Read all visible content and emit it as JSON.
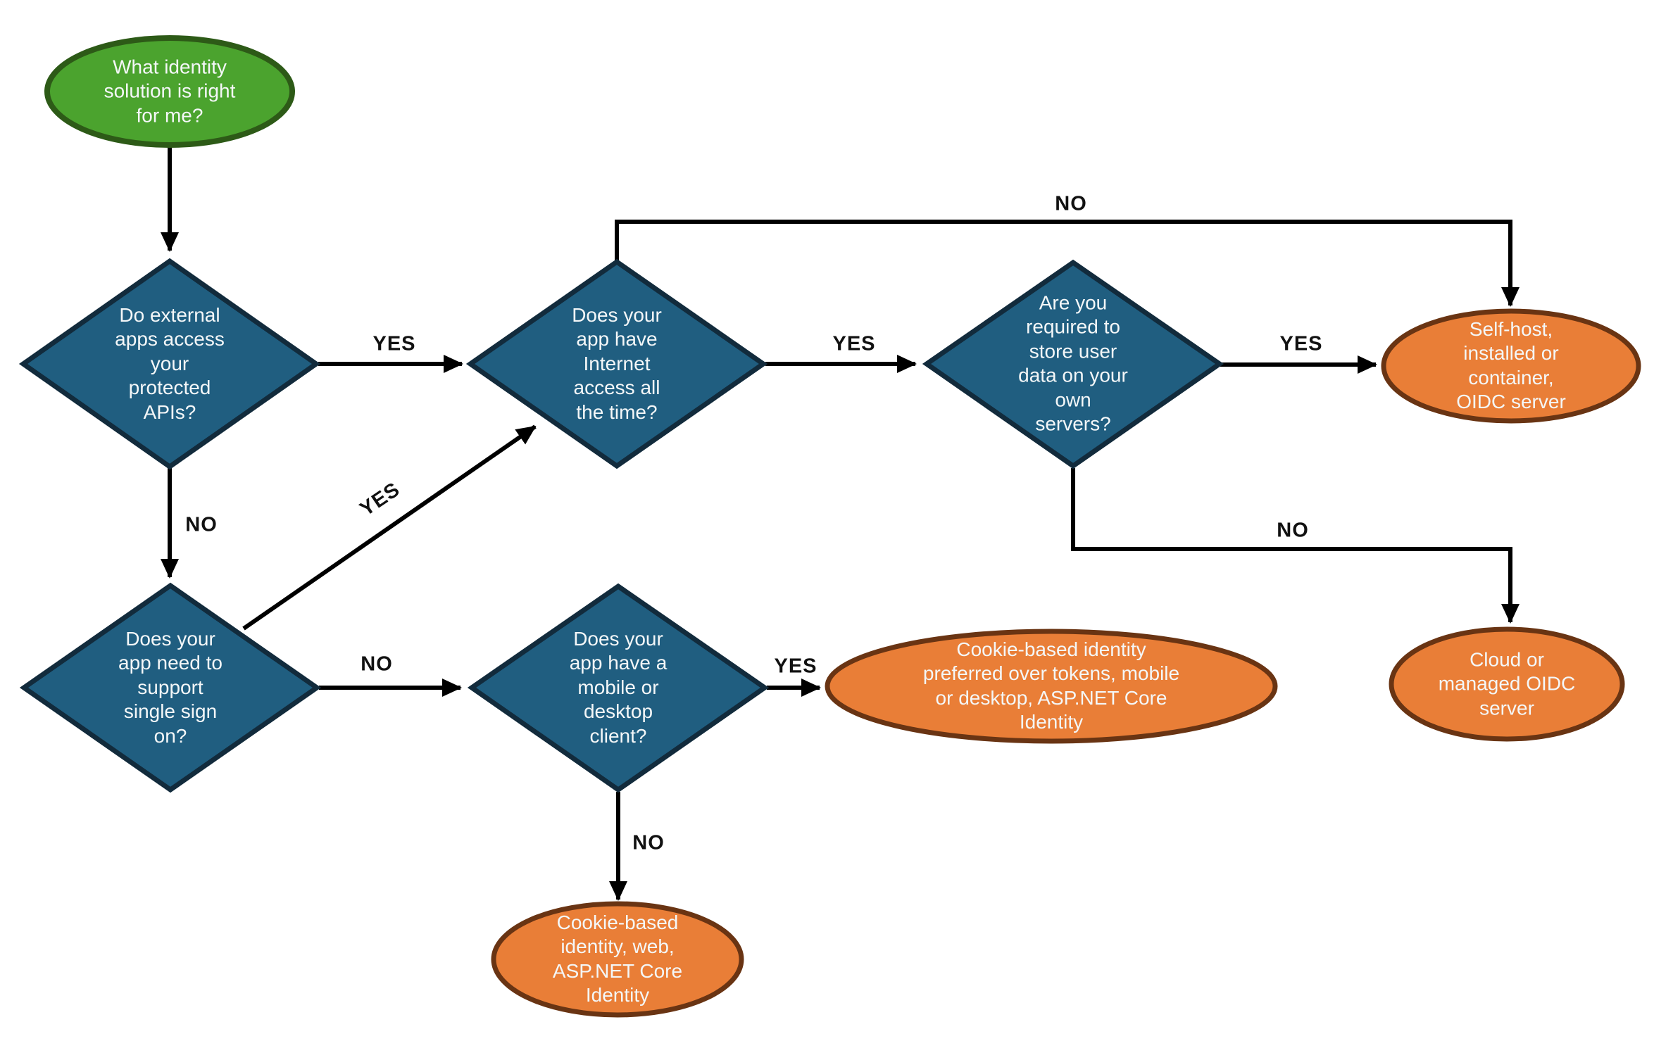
{
  "diagram": {
    "type": "flowchart",
    "colors": {
      "background": "#ffffff",
      "start_fill": "#4ba32e",
      "start_stroke": "#2d5a17",
      "decision_fill": "#205e80",
      "decision_stroke": "#122b3c",
      "result_fill": "#e97e37",
      "result_stroke": "#693413",
      "edge_color": "#000000",
      "edge_label_color": "#111111",
      "node_text_color": "#f4f7f8"
    },
    "nodes": {
      "start": {
        "type": "start",
        "label": "What identity\nsolution is right\nfor me?"
      },
      "q_external_apis": {
        "type": "decision",
        "label": "Do external\napps access\nyour\nprotected\nAPIs?"
      },
      "q_internet": {
        "type": "decision",
        "label": "Does your\napp have\nInternet\naccess all\nthe time?"
      },
      "q_store_data": {
        "type": "decision",
        "label": "Are you\nrequired to\nstore user\ndata on your\nown\nservers?"
      },
      "q_sso": {
        "type": "decision",
        "label": "Does your\napp need to\nsupport\nsingle sign\non?"
      },
      "q_mobile_desktop": {
        "type": "decision",
        "label": "Does your\napp have a\nmobile or\ndesktop\nclient?"
      },
      "r_selfhost": {
        "type": "result",
        "label": "Self-host,\ninstalled or\ncontainer,\nOIDC server"
      },
      "r_cloud": {
        "type": "result",
        "label": "Cloud or\nmanaged OIDC\nserver"
      },
      "r_cookie_mobile": {
        "type": "result",
        "label": "Cookie-based identity\npreferred over tokens, mobile\nor desktop, ASP.NET Core\nIdentity"
      },
      "r_cookie_web": {
        "type": "result",
        "label": "Cookie-based\nidentity, web,\nASP.NET Core\nIdentity"
      }
    },
    "edges": [
      {
        "from": "start",
        "to": "q_external_apis",
        "label": ""
      },
      {
        "from": "q_external_apis",
        "to": "q_internet",
        "label": "YES"
      },
      {
        "from": "q_external_apis",
        "to": "q_sso",
        "label": "NO"
      },
      {
        "from": "q_internet",
        "to": "q_store_data",
        "label": "YES"
      },
      {
        "from": "q_internet",
        "to": "r_selfhost",
        "label": "NO"
      },
      {
        "from": "q_store_data",
        "to": "r_selfhost",
        "label": "YES"
      },
      {
        "from": "q_store_data",
        "to": "r_cloud",
        "label": "NO"
      },
      {
        "from": "q_sso",
        "to": "q_internet",
        "label": "YES"
      },
      {
        "from": "q_sso",
        "to": "q_mobile_desktop",
        "label": "NO"
      },
      {
        "from": "q_mobile_desktop",
        "to": "r_cookie_mobile",
        "label": "YES"
      },
      {
        "from": "q_mobile_desktop",
        "to": "r_cookie_web",
        "label": "NO"
      }
    ]
  }
}
